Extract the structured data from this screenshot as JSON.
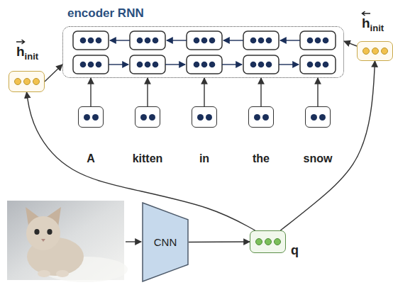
{
  "diagram": {
    "nodes": [
      {
        "text": [
          "encoder RNN"
        ]
      },
      {
        "text": [
          "A"
        ]
      },
      {
        "text": [
          "kitten"
        ]
      },
      {
        "text": [
          "in"
        ]
      },
      {
        "text": [
          "the"
        ]
      },
      {
        "text": [
          "snow"
        ]
      },
      {
        "text": [
          "CNN"
        ]
      },
      {
        "text": [
          "q"
        ]
      },
      {
        "text": [
          "h",
          "init"
        ]
      },
      {
        "text": [
          "h",
          "init"
        ]
      }
    ],
    "edges": [
      {
        "from": 1,
        "to": 0,
        "arrow": "to"
      },
      {
        "from": 2,
        "to": 0,
        "arrow": "to"
      },
      {
        "from": 3,
        "to": 0,
        "arrow": "to"
      },
      {
        "from": 4,
        "to": 0,
        "arrow": "to"
      },
      {
        "from": 5,
        "to": 0,
        "arrow": "to"
      },
      {
        "from": 6,
        "to": 7,
        "arrow": "to"
      },
      {
        "from": 7,
        "to": 8,
        "arrow": "to"
      },
      {
        "from": 7,
        "to": 9,
        "arrow": "to"
      },
      {
        "from": 8,
        "to": 0,
        "arrow": "to"
      },
      {
        "from": 9,
        "to": 0,
        "arrow": "to"
      }
    ]
  }
}
